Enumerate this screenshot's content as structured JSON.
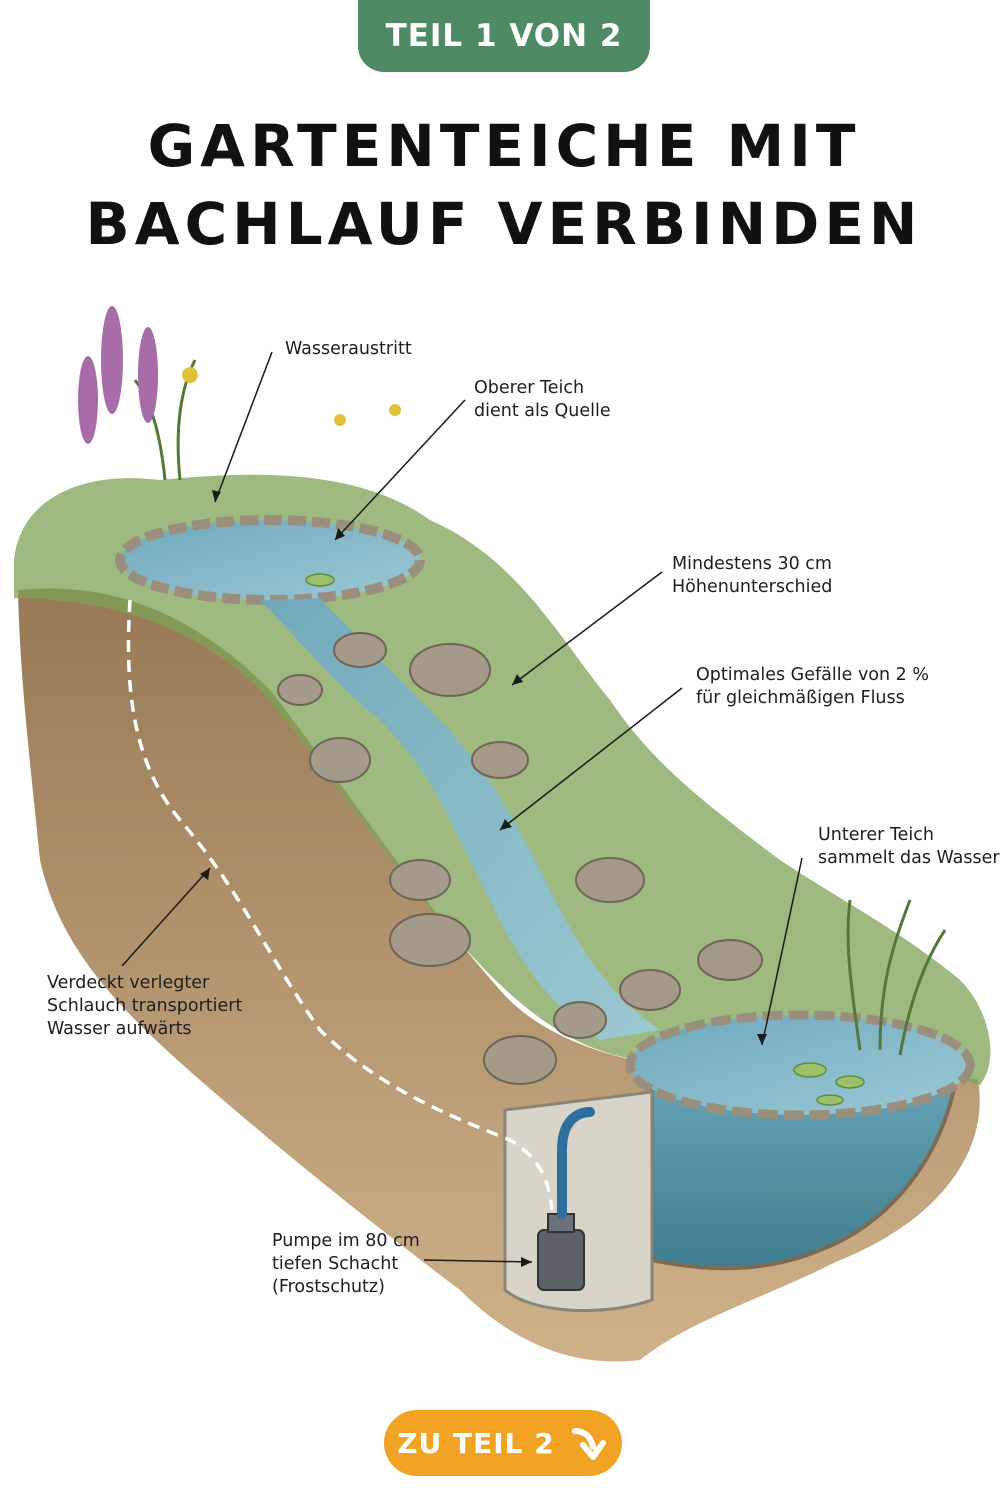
{
  "badge": "TEIL 1 VON 2",
  "title": {
    "line1": "GARTENTEICHE MIT",
    "line2": "BACHLAUF VERBINDEN"
  },
  "labels": {
    "water_outlet": [
      "Wasseraustritt"
    ],
    "upper_pond": [
      "Oberer Teich",
      "dient als Quelle"
    ],
    "height_difference": [
      "Mindestens 30 cm",
      "Höhenunterschied"
    ],
    "gradient": [
      "Optimales Gefälle von 2 %",
      "für gleichmäßigen Fluss"
    ],
    "lower_pond": [
      "Unterer Teich",
      "sammelt das Wasser"
    ],
    "hose": [
      "Verdeckt verlegter",
      "Schlauch transportiert",
      "Wasser aufwärts"
    ],
    "pump": [
      "Pumpe im 80 cm",
      "tiefen Schacht",
      "(Frostschutz)"
    ]
  },
  "cta": {
    "label": "ZU TEIL 2",
    "icon": "arrow-down-right-icon"
  },
  "colors": {
    "badge": "#4e8a63",
    "cta": "#f2a323",
    "water": "#7fb8c9",
    "soil": "#8a6a44",
    "grass": "#6f9a4a"
  }
}
